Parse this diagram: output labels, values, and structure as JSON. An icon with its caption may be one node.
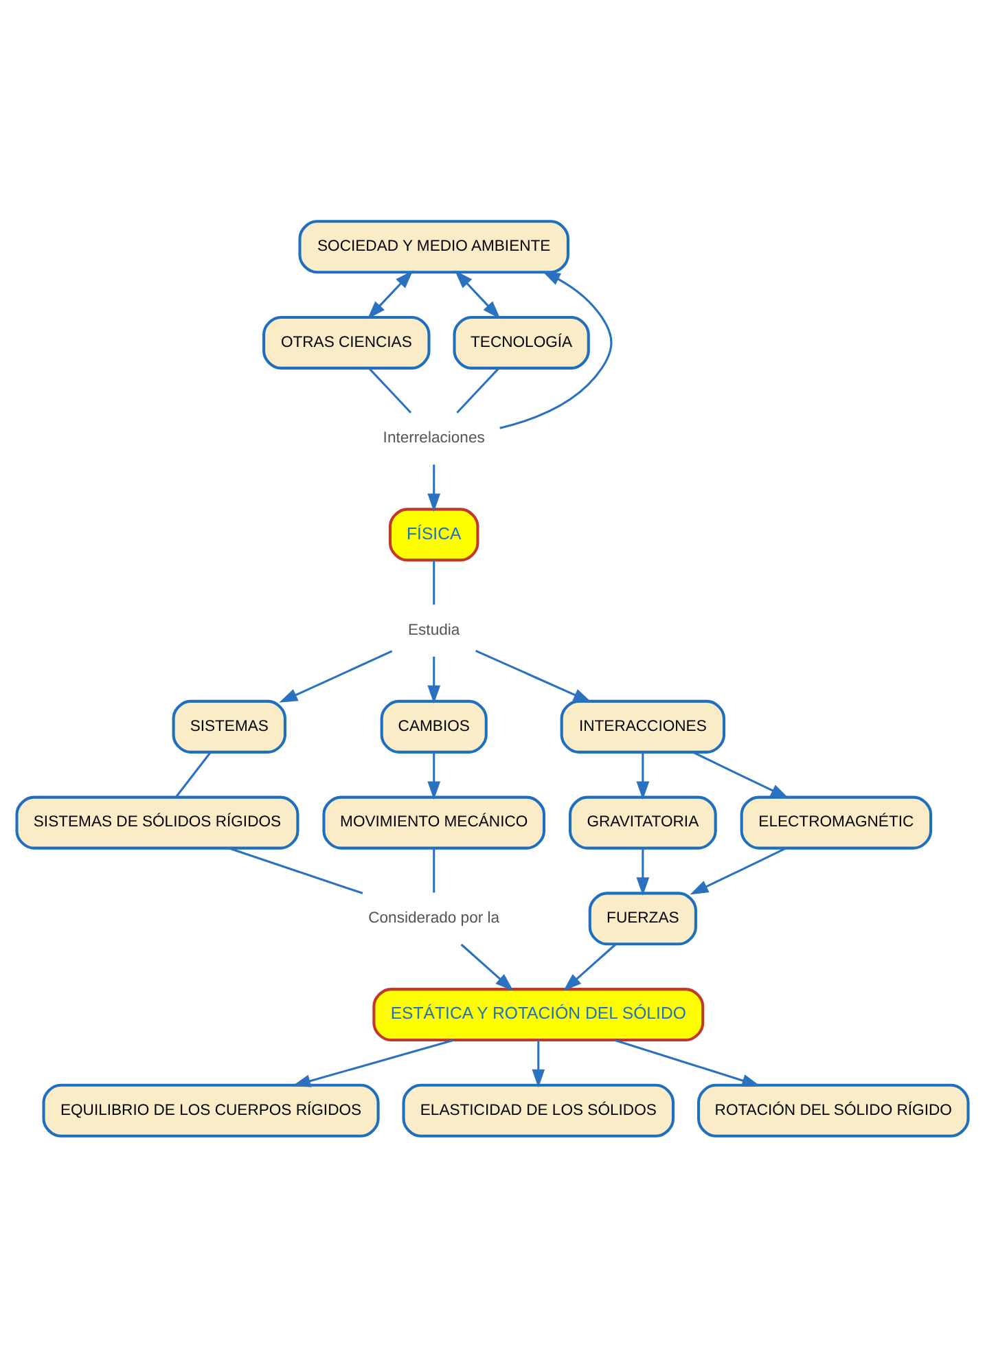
{
  "diagram": {
    "nodes": [
      {
        "text": [
          "SOCIEDAD Y MEDIO AMBIENTE"
        ]
      },
      {
        "text": [
          "OTRAS CIENCIAS"
        ]
      },
      {
        "text": [
          "TECNOLOGÍA"
        ]
      },
      {
        "text": [
          "Interrelaciones"
        ]
      },
      {
        "text": [
          "FÍSICA"
        ]
      },
      {
        "text": [
          "Estudia"
        ]
      },
      {
        "text": [
          "SISTEMAS"
        ]
      },
      {
        "text": [
          "CAMBIOS"
        ]
      },
      {
        "text": [
          "INTERACCIONES"
        ]
      },
      {
        "text": [
          "GRAVITATORIA"
        ]
      },
      {
        "text": [
          "ELECTROMAGNÉTIC"
        ]
      },
      {
        "text": [
          "SISTEMAS DE SÓLIDOS RÍGIDOS"
        ]
      },
      {
        "text": [
          "MOVIMIENTO MECÁNICO"
        ]
      },
      {
        "text": [
          "FUERZAS"
        ]
      },
      {
        "text": [
          "Considerado por la"
        ]
      },
      {
        "text": [
          "ESTÁTICA Y ROTACIÓN DEL SÓLIDO"
        ]
      },
      {
        "text": [
          "EQUILIBRIO DE LOS CUERPOS RÍGIDOS"
        ]
      },
      {
        "text": [
          "ELASTICIDAD DE LOS SÓLIDOS"
        ]
      },
      {
        "text": [
          "ROTACIÓN DEL SÓLIDO RÍGIDO"
        ]
      }
    ],
    "edges": [
      {
        "from": 0,
        "to": 1,
        "arrow": "both"
      },
      {
        "from": 0,
        "to": 2,
        "arrow": "both"
      },
      {
        "from": 1,
        "to": 3,
        "arrow": "none"
      },
      {
        "from": 2,
        "to": 3,
        "arrow": "none"
      },
      {
        "from": 3,
        "to": 0,
        "arrow": "to"
      },
      {
        "from": 3,
        "to": 4,
        "arrow": "to"
      },
      {
        "from": 4,
        "to": 5,
        "arrow": "none"
      },
      {
        "from": 5,
        "to": 6,
        "arrow": "to"
      },
      {
        "from": 5,
        "to": 7,
        "arrow": "to"
      },
      {
        "from": 5,
        "to": 8,
        "arrow": "to"
      },
      {
        "from": 6,
        "to": 11,
        "arrow": "none"
      },
      {
        "from": 7,
        "to": 12,
        "arrow": "to"
      },
      {
        "from": 8,
        "to": 9,
        "arrow": "to"
      },
      {
        "from": 8,
        "to": 10,
        "arrow": "to"
      },
      {
        "from": 9,
        "to": 13,
        "arrow": "to"
      },
      {
        "from": 10,
        "to": 13,
        "arrow": "to"
      },
      {
        "from": 11,
        "to": 14,
        "arrow": "none"
      },
      {
        "from": 12,
        "to": 14,
        "arrow": "none"
      },
      {
        "from": 13,
        "to": 15,
        "arrow": "to"
      },
      {
        "from": 14,
        "to": 15,
        "arrow": "to"
      },
      {
        "from": 15,
        "to": 16,
        "arrow": "to"
      },
      {
        "from": 15,
        "to": 17,
        "arrow": "to"
      },
      {
        "from": 15,
        "to": 18,
        "arrow": "to"
      }
    ]
  }
}
